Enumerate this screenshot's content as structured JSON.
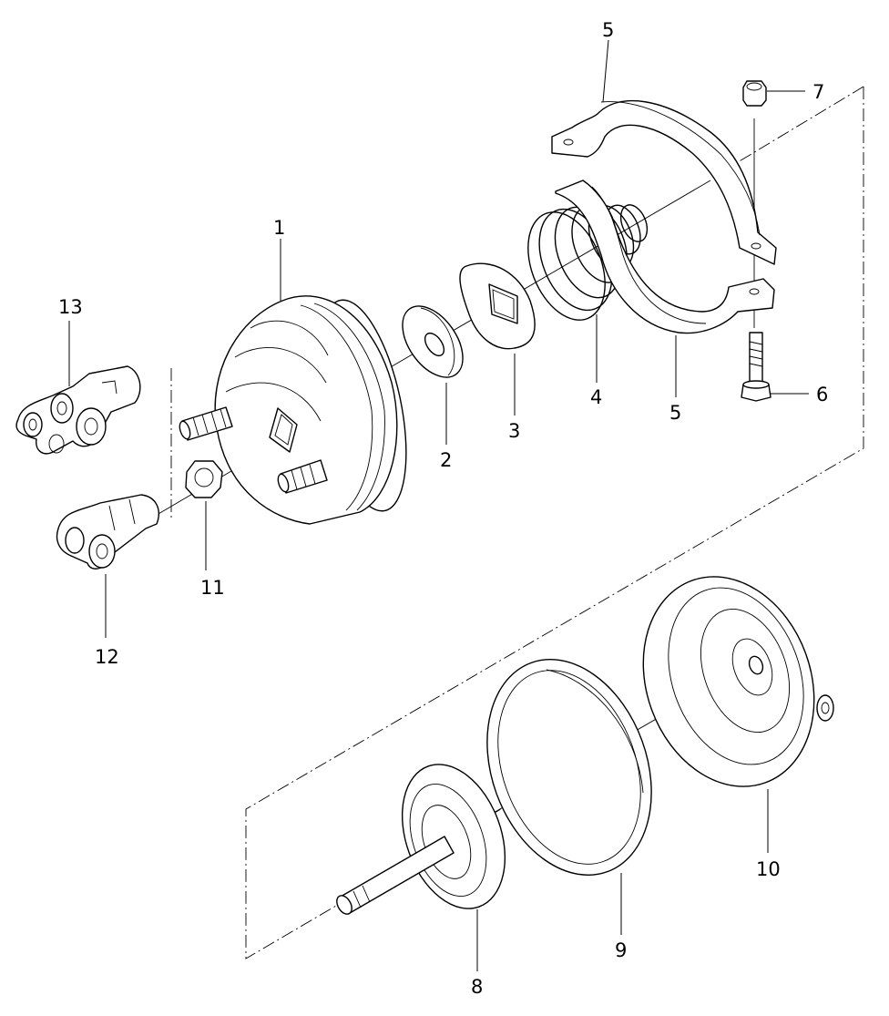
{
  "diagram": {
    "callouts": [
      {
        "id": "1",
        "text": "1"
      },
      {
        "id": "2",
        "text": "2"
      },
      {
        "id": "3",
        "text": "3"
      },
      {
        "id": "4",
        "text": "4"
      },
      {
        "id": "5a",
        "text": "5"
      },
      {
        "id": "5b",
        "text": "5"
      },
      {
        "id": "6",
        "text": "6"
      },
      {
        "id": "7",
        "text": "7"
      },
      {
        "id": "8",
        "text": "8"
      },
      {
        "id": "9",
        "text": "9"
      },
      {
        "id": "10",
        "text": "10"
      },
      {
        "id": "11",
        "text": "11"
      },
      {
        "id": "12",
        "text": "12"
      },
      {
        "id": "13",
        "text": "13"
      }
    ]
  }
}
